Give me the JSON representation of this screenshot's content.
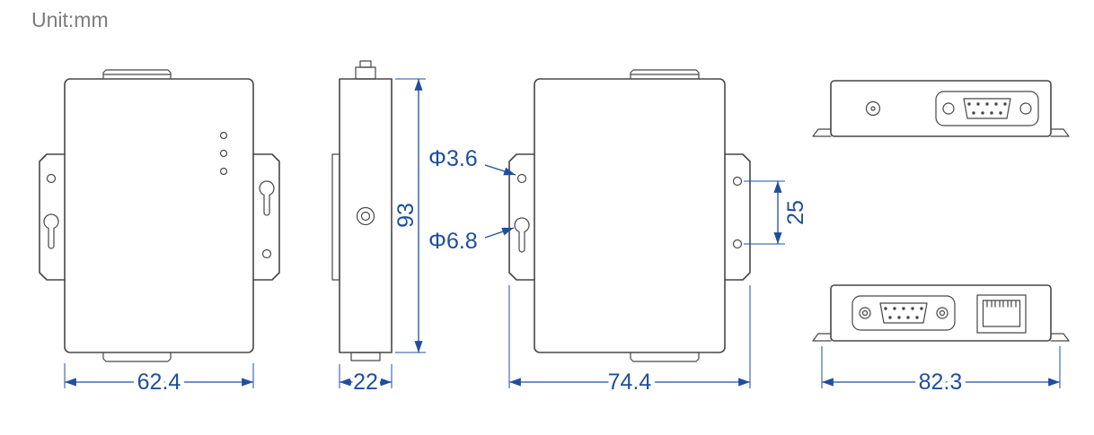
{
  "unit_label": "Unit:mm",
  "colors": {
    "background": "#ffffff",
    "outline": "#474747",
    "dimension": "#1e4f9e",
    "muted_text": "#7c7c7c"
  },
  "views": {
    "front": {
      "width_dim": "62.4"
    },
    "side": {
      "depth_dim": "22",
      "height_dim": "93"
    },
    "back": {
      "width_dim": "74.4",
      "hole_small_dim": "Φ3.6",
      "hole_large_dim": "Φ6.8",
      "hole_spacing_dim": "25"
    },
    "front_panel": {
      "width_dim": "82.3"
    }
  }
}
